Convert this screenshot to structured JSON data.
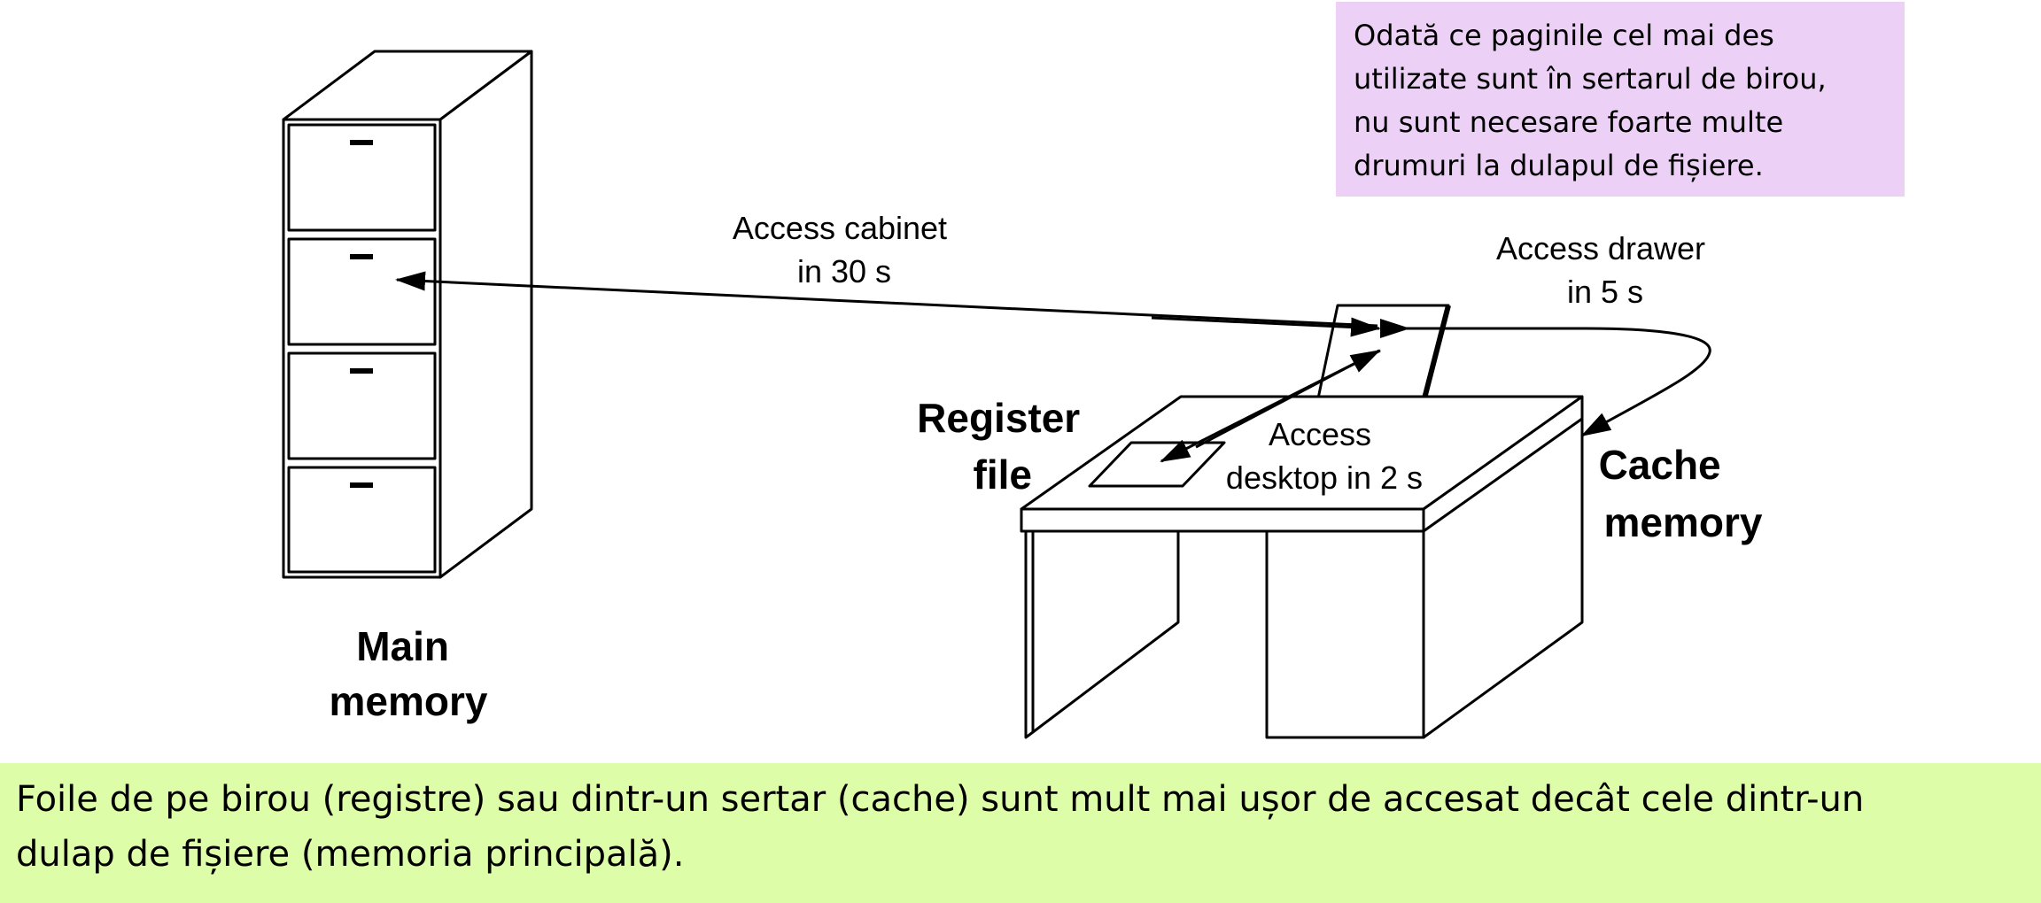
{
  "note": {
    "lines": [
      "Odată ce paginile cel mai des",
      "utilizate sunt în sertarul de birou,",
      "nu sunt necesare foarte multe",
      "drumuri la dulapul de fișiere."
    ]
  },
  "caption": {
    "lines": [
      "Foile de pe birou (registre) sau dintr-un sertar (cache) sunt mult mai ușor de accesat decât cele dintr-un",
      "dulap de fișiere (memoria principală)."
    ]
  },
  "labels": {
    "main_memory": [
      "Main",
      "memory"
    ],
    "register_file": [
      "Register",
      "file"
    ],
    "cache_memory": [
      "Cache",
      "memory"
    ],
    "access_cabinet": [
      "Access cabinet",
      "in 30 s"
    ],
    "access_drawer": [
      "Access drawer",
      "in 5 s"
    ],
    "access_desktop": [
      "Access",
      "desktop in 2 s"
    ]
  },
  "colors": {
    "note_background": "#ecd0f6",
    "caption_background": "#ddfda8",
    "line": "#000000"
  }
}
